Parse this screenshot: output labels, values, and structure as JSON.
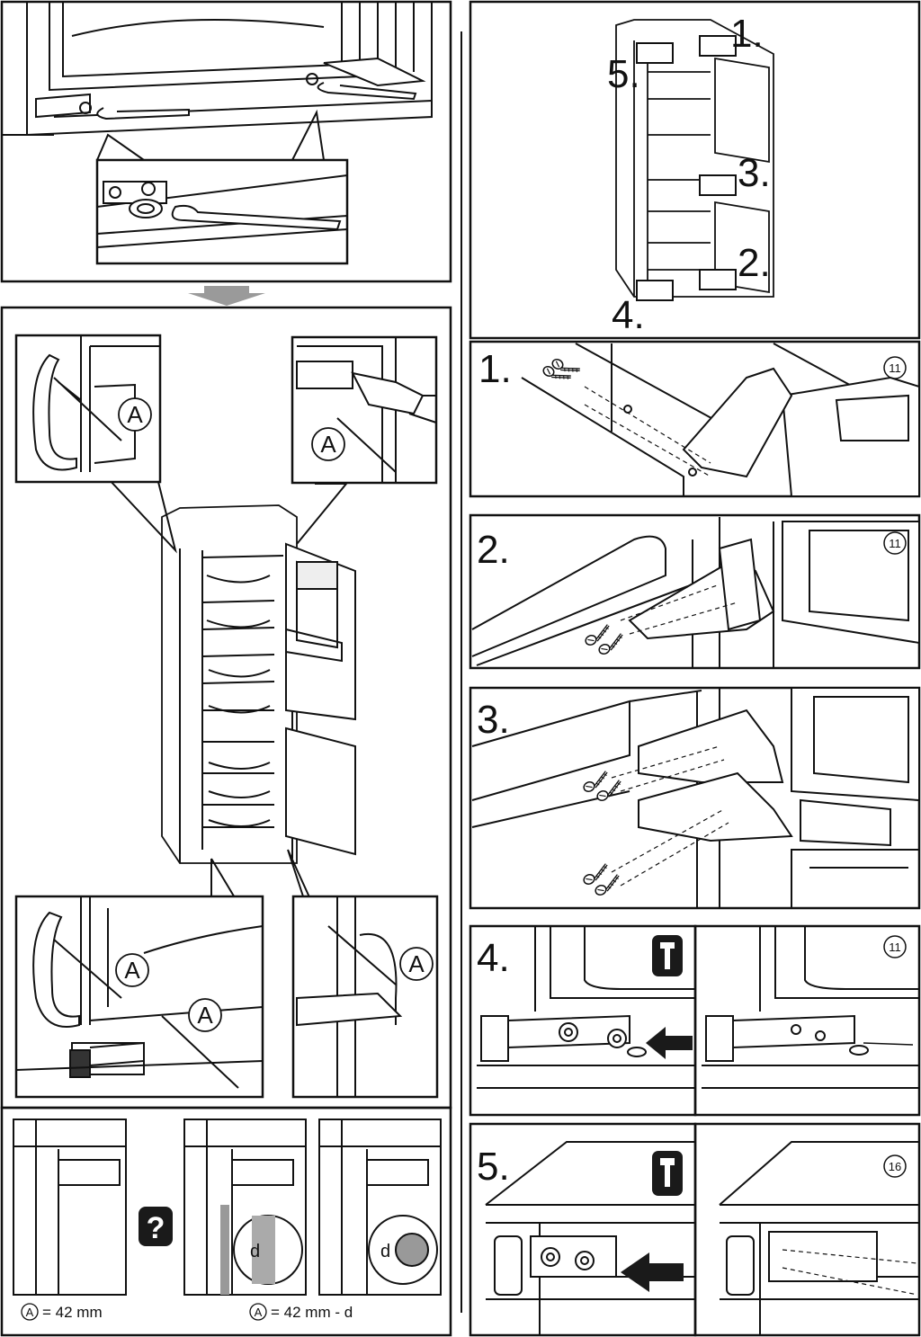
{
  "steps": {
    "overview": {
      "n1": "1.",
      "n2": "2.",
      "n3": "3.",
      "n4": "4.",
      "n5": "5."
    },
    "step1": {
      "number": "1.",
      "ref": "11"
    },
    "step2": {
      "number": "2.",
      "ref": "11"
    },
    "step3": {
      "number": "3."
    },
    "step4": {
      "number": "4.",
      "ref": "11"
    },
    "step5": {
      "number": "5.",
      "ref": "16"
    }
  },
  "callouts": {
    "a": "A",
    "d": "d",
    "question": "?"
  },
  "formulas": {
    "left": "= 42 mm",
    "right": "= 42 mm - d"
  },
  "colors": {
    "line": "#1a1a1a",
    "arrow_grey": "#9a9a9a",
    "fill_light": "#eeeeee",
    "fill_dark": "#333333"
  }
}
